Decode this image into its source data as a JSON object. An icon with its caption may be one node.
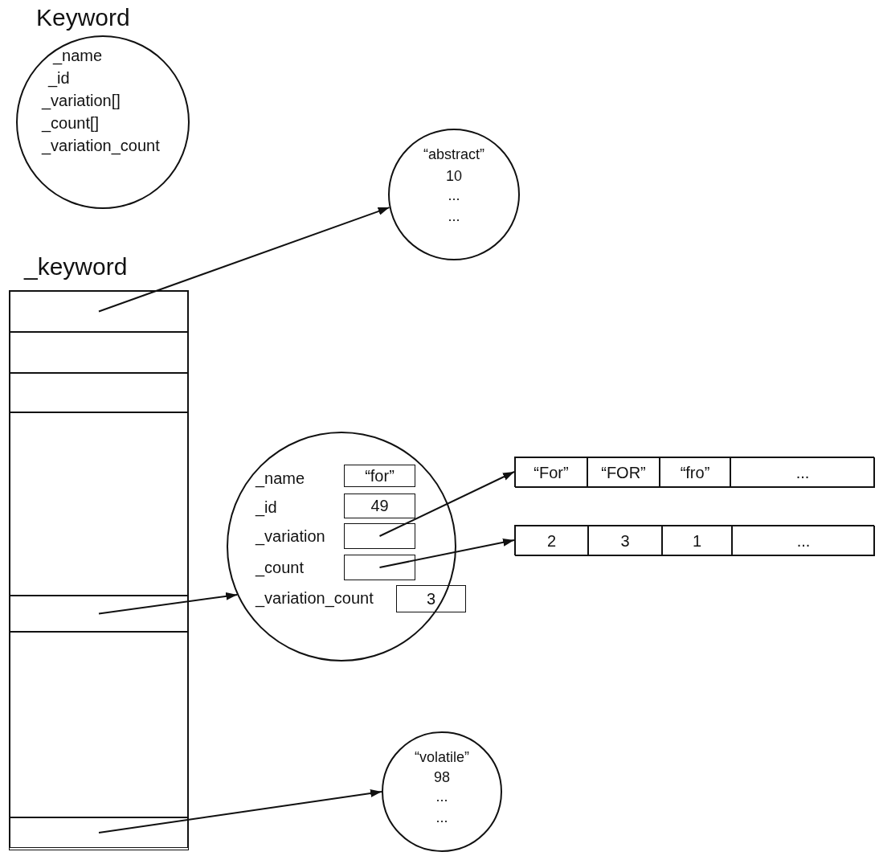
{
  "diagram": {
    "nodes": [
      {
        "text": [
          "Keyword",
          "_name",
          "_id",
          "_variation[]",
          "_count[]",
          "_variation_count"
        ]
      },
      {
        "text": [
          "_keyword"
        ]
      },
      {
        "text": [],
        "shape": "box",
        "in": 1
      },
      {
        "text": [],
        "shape": "box",
        "in": 1
      },
      {
        "text": [],
        "shape": "box",
        "in": 1
      },
      {
        "text": [],
        "shape": "box",
        "in": 1
      },
      {
        "text": [],
        "shape": "box",
        "in": 1
      },
      {
        "text": [],
        "shape": "box",
        "in": 1
      },
      {
        "text": [],
        "shape": "box",
        "in": 1
      },
      {
        "text": [
          "“abstract”",
          "10",
          "...",
          "..."
        ]
      },
      {
        "text": [
          "_name",
          "_id",
          "_variation",
          "_count",
          "_variation_count"
        ]
      },
      {
        "text": [
          "“for”"
        ],
        "in": 10
      },
      {
        "text": [
          "49"
        ],
        "in": 10
      },
      {
        "text": [],
        "shape": "box",
        "in": 10
      },
      {
        "text": [],
        "shape": "box",
        "in": 10
      },
      {
        "text": [
          "3"
        ]
      },
      {
        "text": [],
        "shape": "box"
      },
      {
        "text": [
          "“For”"
        ],
        "in": 16
      },
      {
        "text": [
          "“FOR”"
        ],
        "in": 16
      },
      {
        "text": [
          "“fro”"
        ],
        "in": 16
      },
      {
        "text": [
          "..."
        ],
        "in": 16
      },
      {
        "text": [],
        "shape": "box"
      },
      {
        "text": [
          "2"
        ],
        "in": 21
      },
      {
        "text": [
          "3"
        ],
        "in": 21
      },
      {
        "text": [
          "1"
        ],
        "in": 21
      },
      {
        "text": [
          "..."
        ],
        "in": 21
      },
      {
        "text": [
          "“volatile”",
          "98",
          "...",
          "..."
        ]
      }
    ],
    "edges": [
      {
        "from": 2,
        "to": 9,
        "arrow": "to"
      },
      {
        "from": 6,
        "to": 10,
        "arrow": "to"
      },
      {
        "from": 8,
        "to": 26,
        "arrow": "to"
      },
      {
        "from": 13,
        "to": 16,
        "arrow": "to"
      },
      {
        "from": 14,
        "to": 21,
        "arrow": "to"
      }
    ]
  }
}
